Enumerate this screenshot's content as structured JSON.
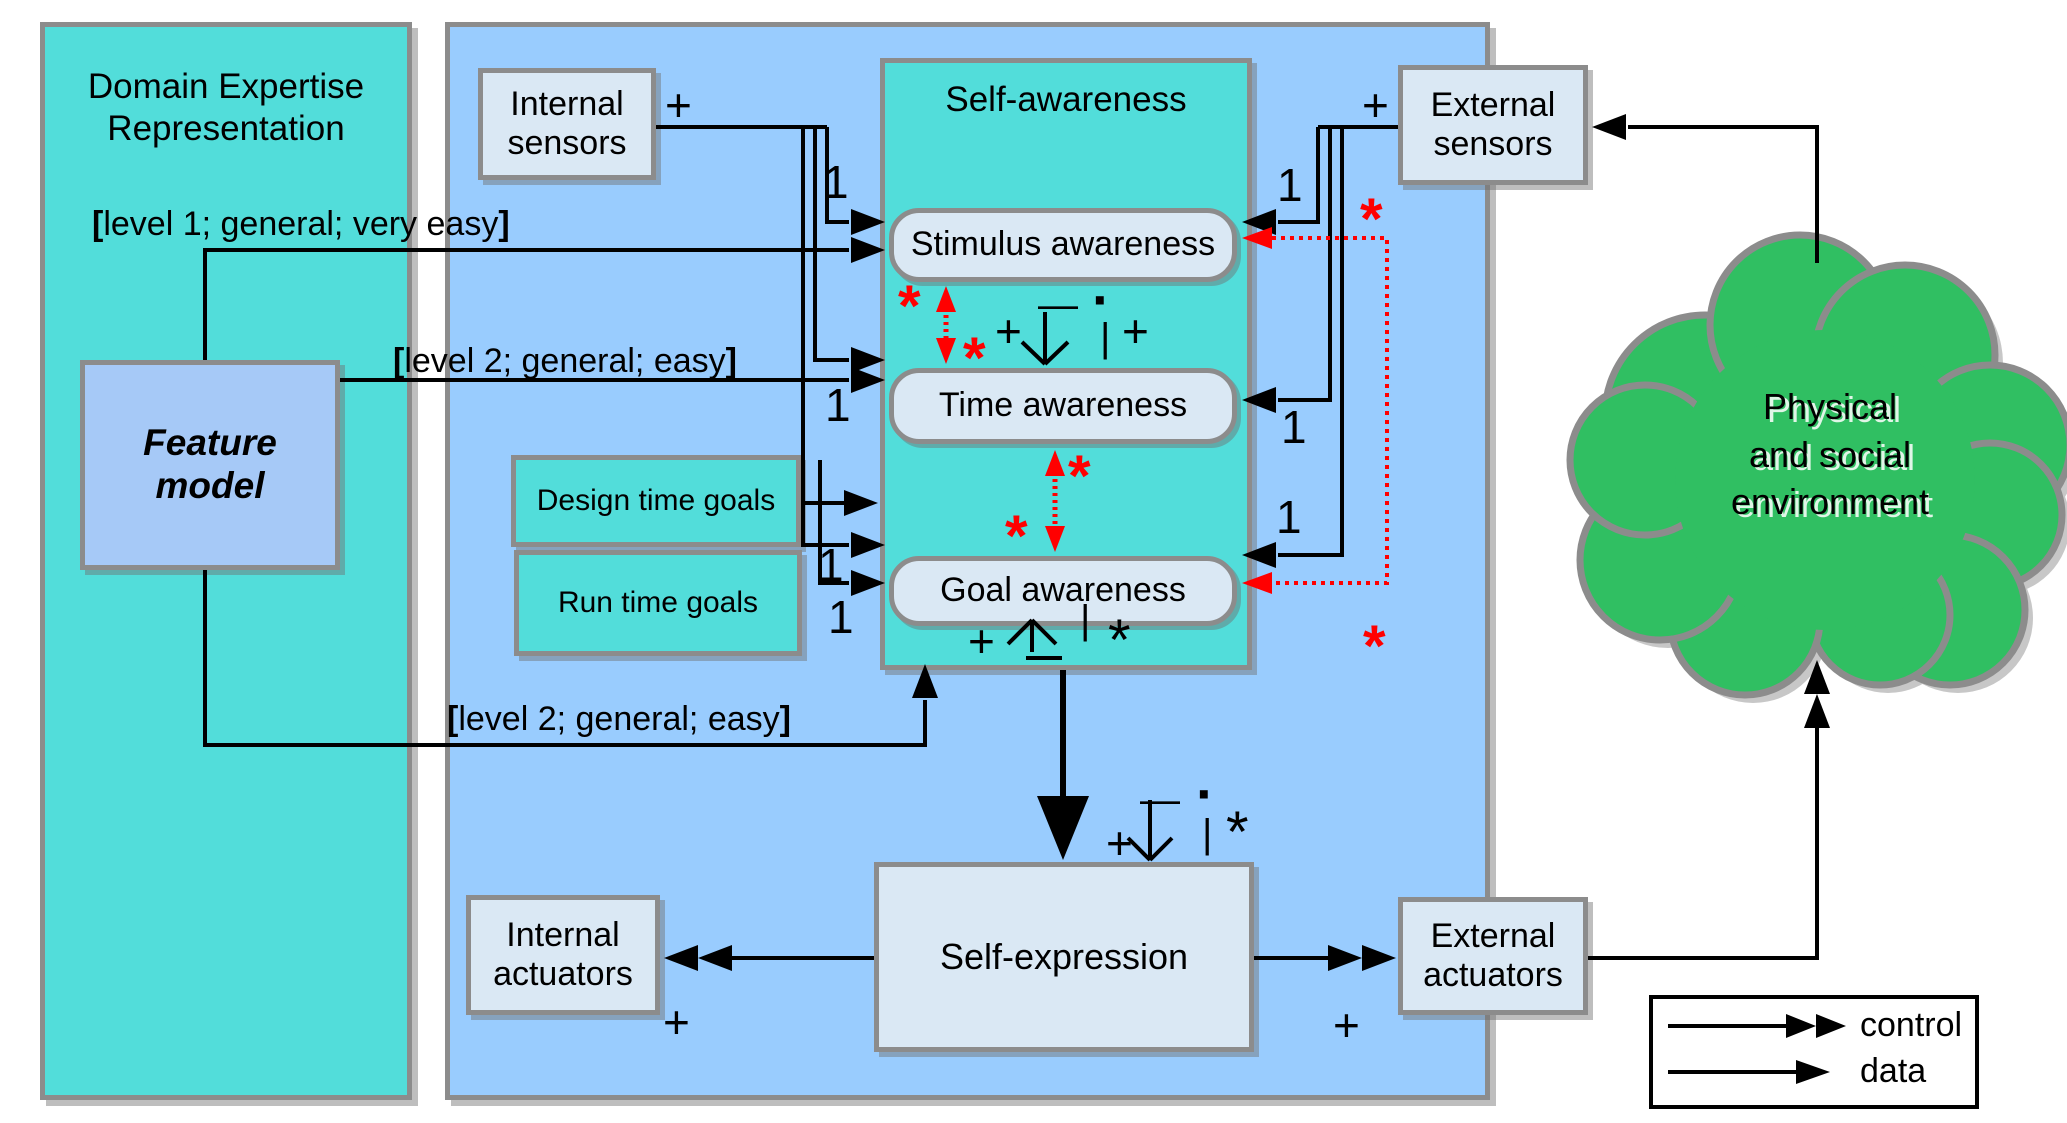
{
  "panels": {
    "domain_title": "Domain Expertise Representation",
    "self_awareness_title": "Self-awareness"
  },
  "boxes": {
    "internal_sensors": "Internal sensors",
    "external_sensors": "External sensors",
    "internal_actuators": "Internal actuators",
    "external_actuators": "External actuators",
    "feature_model": "Feature model",
    "stimulus_awareness": "Stimulus awareness",
    "time_awareness": "Time awareness",
    "goal_awareness": "Goal awareness",
    "design_time_goals": "Design time goals",
    "run_time_goals": "Run time goals",
    "self_expression": "Self-expression"
  },
  "cloud": {
    "line1": "Physical",
    "line2": "and social",
    "line3": "environment"
  },
  "edge_labels": {
    "bracket_open": "[",
    "bracket_close": "]",
    "level1": "level 1; general; very easy",
    "level2_mid": "level 2; general; easy",
    "level2_bottom": "level 2; general; easy"
  },
  "symbols": {
    "plus": "+",
    "one": "1",
    "star": "*",
    "bar": "|",
    "dash": "—",
    "dot": "·"
  },
  "legend": {
    "control": "control",
    "data": "data"
  },
  "colors": {
    "turquoise": "#52ddda",
    "panel_blue": "#99ccfe",
    "box_fill": "#dae8f4",
    "feature_fill": "#a6c9f7",
    "cloud_green": "#30bf62",
    "border_gray": "#8c8c8c",
    "red": "#ff0000"
  }
}
